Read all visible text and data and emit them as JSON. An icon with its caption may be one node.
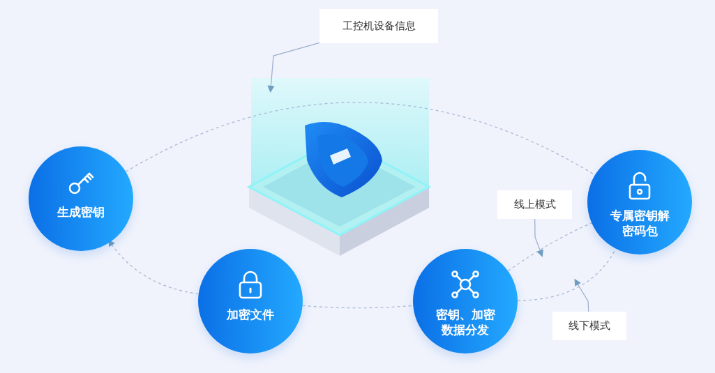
{
  "diagram": {
    "nodes": [
      {
        "text": [
          "工控机设备信息"
        ]
      },
      {
        "text": [
          "生成密钥"
        ]
      },
      {
        "text": [
          "加密文件"
        ]
      },
      {
        "text": [
          "密钥、加密数据分发"
        ]
      },
      {
        "text": [
          "专属密钥解密码包"
        ]
      },
      {
        "text": [
          "线上模式"
        ]
      },
      {
        "text": [
          "线下模式"
        ]
      }
    ],
    "edges": [
      {
        "from": 2,
        "to": 1,
        "arrow": "to",
        "style": "dashed"
      },
      {
        "from": 2,
        "to": 3,
        "arrow": "none",
        "style": "dashed"
      },
      {
        "from": 3,
        "to": 4,
        "arrow": "none",
        "style": "dashed"
      },
      {
        "from": 3,
        "to": 4,
        "arrow": "none",
        "style": "dashed"
      },
      {
        "from": 1,
        "to": 4,
        "arrow": "none",
        "style": "dashed"
      },
      {
        "from": 0,
        "to": null,
        "arrow": "to"
      },
      {
        "from": 5,
        "to": null,
        "arrow": "to"
      },
      {
        "from": 6,
        "to": null,
        "arrow": "to"
      }
    ]
  }
}
